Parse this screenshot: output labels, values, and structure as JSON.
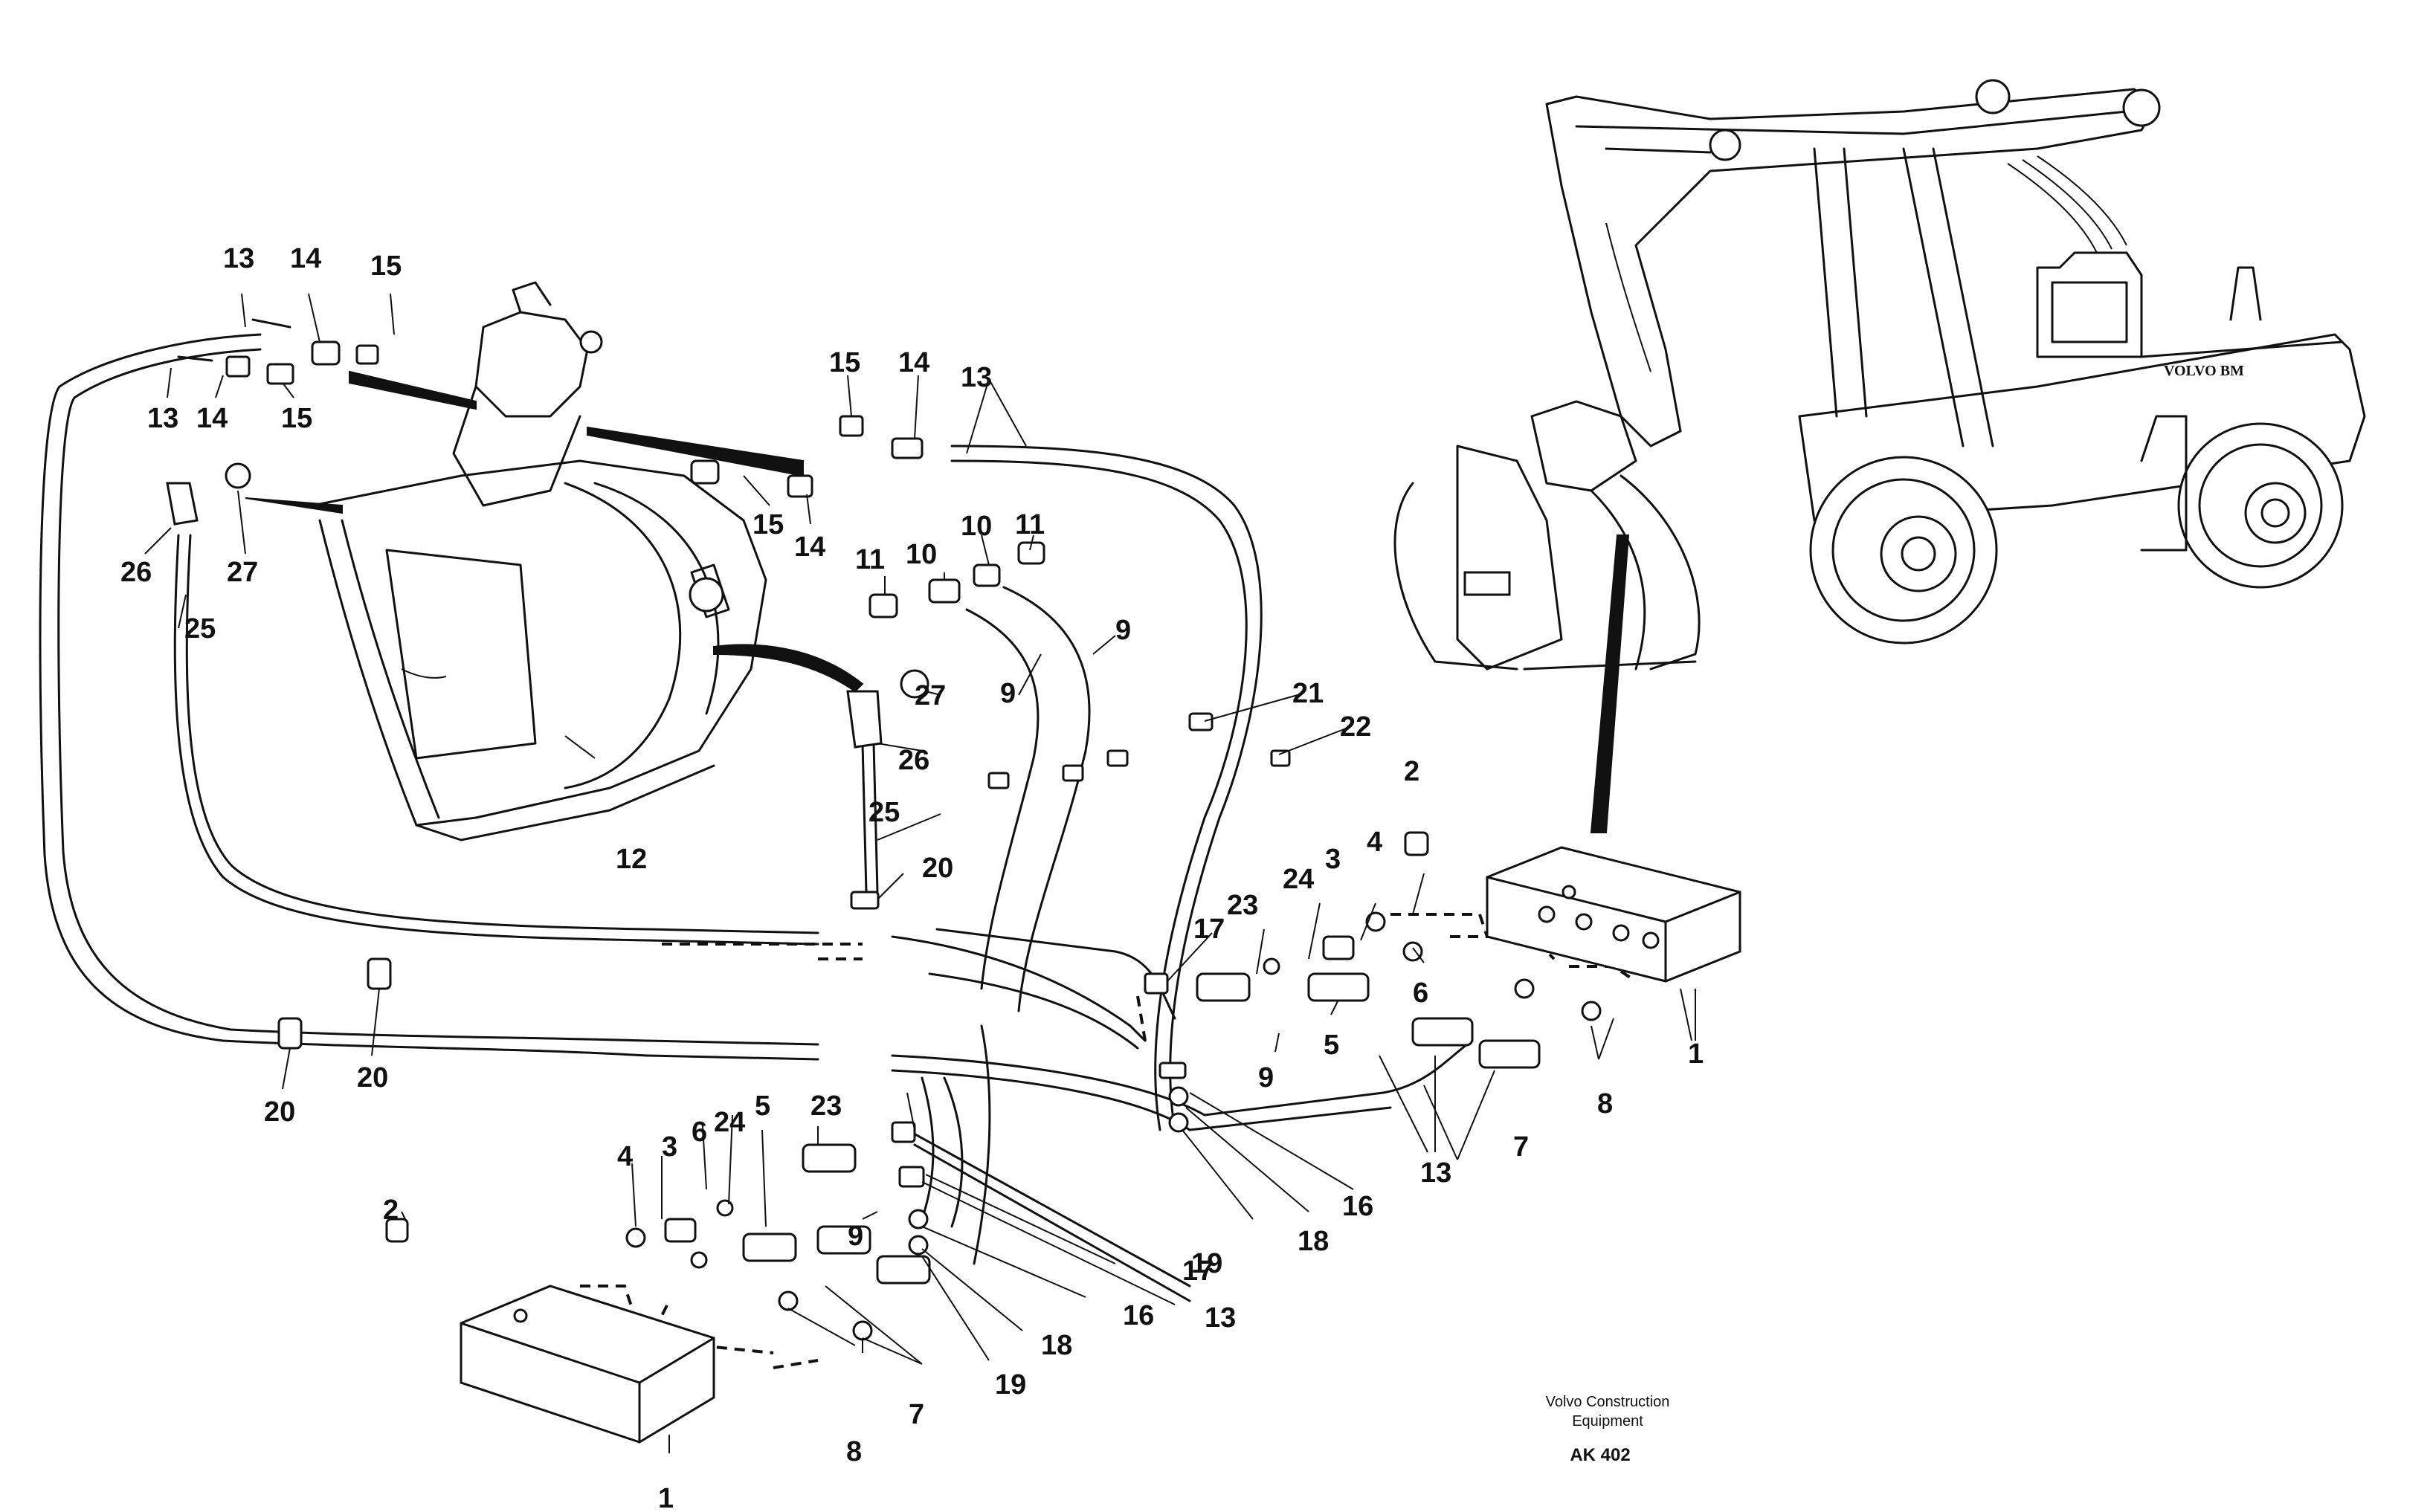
{
  "brand_text": "VOLVO BM",
  "footer": {
    "caption_line1": "Volvo Construction",
    "caption_line2": "Equipment",
    "code": "AK 402"
  },
  "callouts": {
    "c1a": "1",
    "c1b": "1",
    "c2a": "2",
    "c2b": "2",
    "c3a": "3",
    "c3b": "3",
    "c4a": "4",
    "c4b": "4",
    "c5a": "5",
    "c5b": "5",
    "c6a": "6",
    "c6b": "6",
    "c7a": "7",
    "c7b": "7",
    "c8a": "8",
    "c8b": "8",
    "c9a": "9",
    "c9b": "9",
    "c9c": "9",
    "c9d": "9",
    "c10a": "10",
    "c10b": "10",
    "c11a": "11",
    "c11b": "11",
    "c12": "12",
    "c13a": "13",
    "c13b": "13",
    "c13c": "13",
    "c13d": "13",
    "c13e": "13",
    "c14a": "14",
    "c14b": "14",
    "c14c": "14",
    "c14d": "14",
    "c15a": "15",
    "c15b": "15",
    "c15c": "15",
    "c15d": "15",
    "c16a": "16",
    "c16b": "16",
    "c17a": "17",
    "c17b": "17",
    "c18a": "18",
    "c18b": "18",
    "c19a": "19",
    "c19b": "19",
    "c20a": "20",
    "c20b": "20",
    "c20c": "20",
    "c21": "21",
    "c22": "22",
    "c23a": "23",
    "c23b": "23",
    "c24a": "24",
    "c24b": "24",
    "c25a": "25",
    "c25b": "25",
    "c26a": "26",
    "c26b": "26",
    "c27a": "27",
    "c27b": "27"
  }
}
